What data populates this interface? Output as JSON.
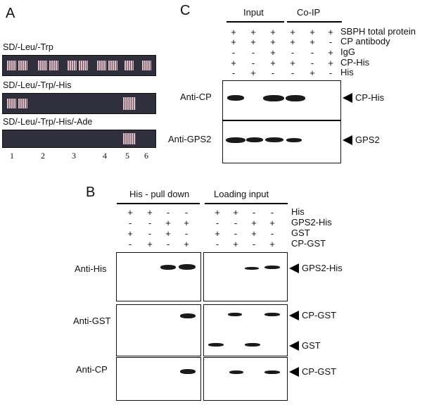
{
  "panel_a": {
    "letter": "A",
    "media": [
      "SD/-Leu/-Trp",
      "SD/-Leu/-Trp/-His",
      "SD/-Leu/-Trp/-His/-Ade"
    ],
    "lanes": [
      "1",
      "2",
      "3",
      "4",
      "5",
      "6"
    ]
  },
  "panel_c": {
    "letter": "C",
    "groups": [
      "Input",
      "Co-IP"
    ],
    "rows": [
      {
        "label": "SBPH total protein",
        "signs": [
          "+",
          "+",
          "+",
          "+",
          "+",
          "+"
        ]
      },
      {
        "label": "CP antibody",
        "signs": [
          "+",
          "+",
          "+",
          "+",
          "+",
          "-"
        ]
      },
      {
        "label": "IgG",
        "signs": [
          "-",
          "-",
          "+",
          "-",
          "-",
          "+"
        ]
      },
      {
        "label": "CP-His",
        "signs": [
          "+",
          "-",
          "+",
          "+",
          "-",
          "+"
        ]
      },
      {
        "label": "His",
        "signs": [
          "-",
          "+",
          "-",
          "-",
          "+",
          "-"
        ]
      }
    ],
    "blots": [
      {
        "antibody": "Anti-CP",
        "target": "CP-His"
      },
      {
        "antibody": "Anti-GPS2",
        "target": "GPS2"
      }
    ]
  },
  "panel_b": {
    "letter": "B",
    "groups": [
      "His - pull down",
      "Loading input"
    ],
    "rows": [
      {
        "label": "His",
        "signs": [
          "+",
          "+",
          "-",
          "-",
          "+",
          "+",
          "-",
          "-"
        ]
      },
      {
        "label": "GPS2-His",
        "signs": [
          "-",
          "-",
          "+",
          "+",
          "-",
          "-",
          "+",
          "+"
        ]
      },
      {
        "label": "GST",
        "signs": [
          "+",
          "-",
          "+",
          "-",
          "+",
          "-",
          "+",
          "-"
        ]
      },
      {
        "label": "CP-GST",
        "signs": [
          "-",
          "+",
          "-",
          "+",
          "-",
          "+",
          "-",
          "+"
        ]
      }
    ],
    "blots": [
      {
        "antibody": "Anti-His",
        "targets": [
          "GPS2-His"
        ]
      },
      {
        "antibody": "Anti-GST",
        "targets": [
          "CP-GST",
          "GST"
        ]
      },
      {
        "antibody": "Anti-CP",
        "targets": [
          "CP-GST"
        ]
      }
    ]
  }
}
